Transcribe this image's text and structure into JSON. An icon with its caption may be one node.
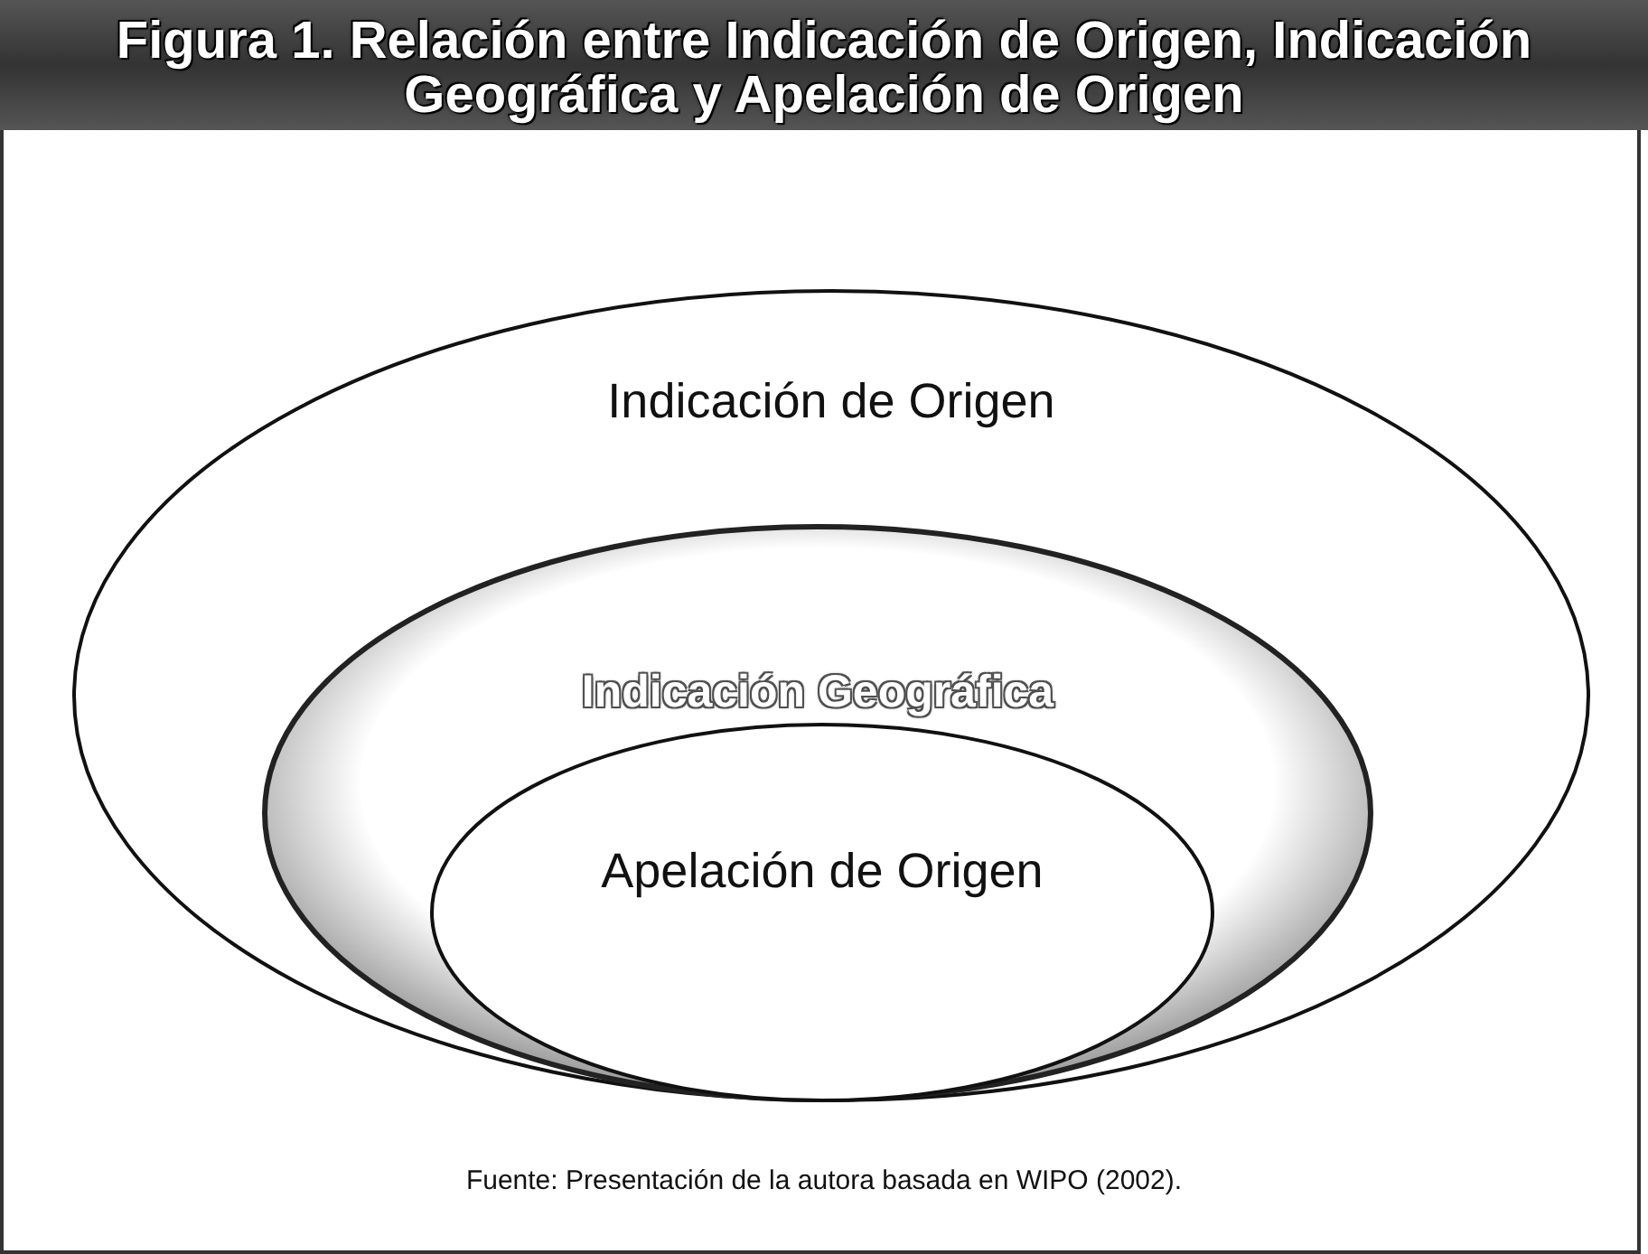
{
  "diagram": {
    "title": "Figura 1. Relación entre Indicación de Origen, Indicación Geográfica y Apelación de Origen",
    "caption": "Fuente: Presentación de la autora basada en WIPO (2002).",
    "nodes": [
      {
        "text": [
          "Indicación de Origen"
        ]
      },
      {
        "text": [
          "Indicación Geográfica"
        ],
        "in": 0
      },
      {
        "text": [
          "Apelación de Origen"
        ],
        "in": 1
      }
    ]
  }
}
